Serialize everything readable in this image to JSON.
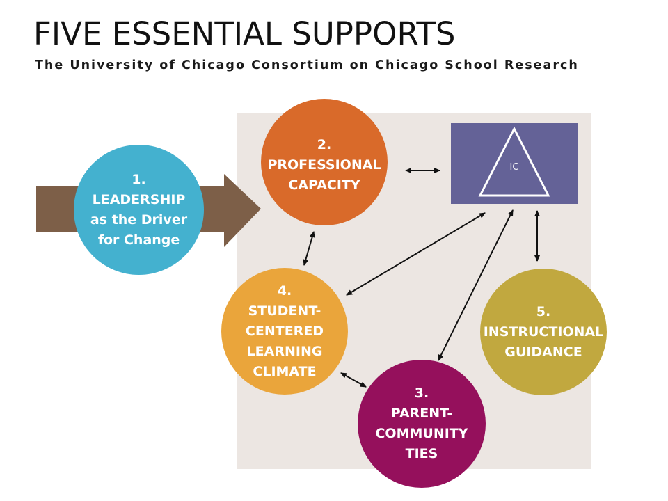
{
  "header": {
    "title": "FIVE ESSENTIAL SUPPORTS",
    "subtitle": "The University of Chicago Consortium on Chicago School Research"
  },
  "colors": {
    "leadership": "#44b1cf",
    "professional_capacity": "#d96a2a",
    "student_climate": "#eaa53b",
    "parent_community": "#95105c",
    "instructional_guidance": "#c1a83f",
    "ic_box": "#646297",
    "arrow_brown": "#7d5f48",
    "panel": "#ece6e2"
  },
  "supports": {
    "leadership": {
      "number": "1.",
      "lines": [
        "LEADERSHIP",
        "as the Driver",
        "for Change"
      ]
    },
    "professional": {
      "number": "2.",
      "lines": [
        "PROFESSIONAL",
        "CAPACITY"
      ]
    },
    "parent": {
      "number": "3.",
      "lines": [
        "PARENT-",
        "COMMUNITY",
        "TIES"
      ]
    },
    "student": {
      "number": "4.",
      "lines": [
        "STUDENT-",
        "CENTERED",
        "LEARNING",
        "CLIMATE"
      ]
    },
    "instructional": {
      "number": "5.",
      "lines": [
        "INSTRUCTIONAL",
        "GUIDANCE"
      ]
    }
  },
  "core": {
    "label": "IC"
  }
}
